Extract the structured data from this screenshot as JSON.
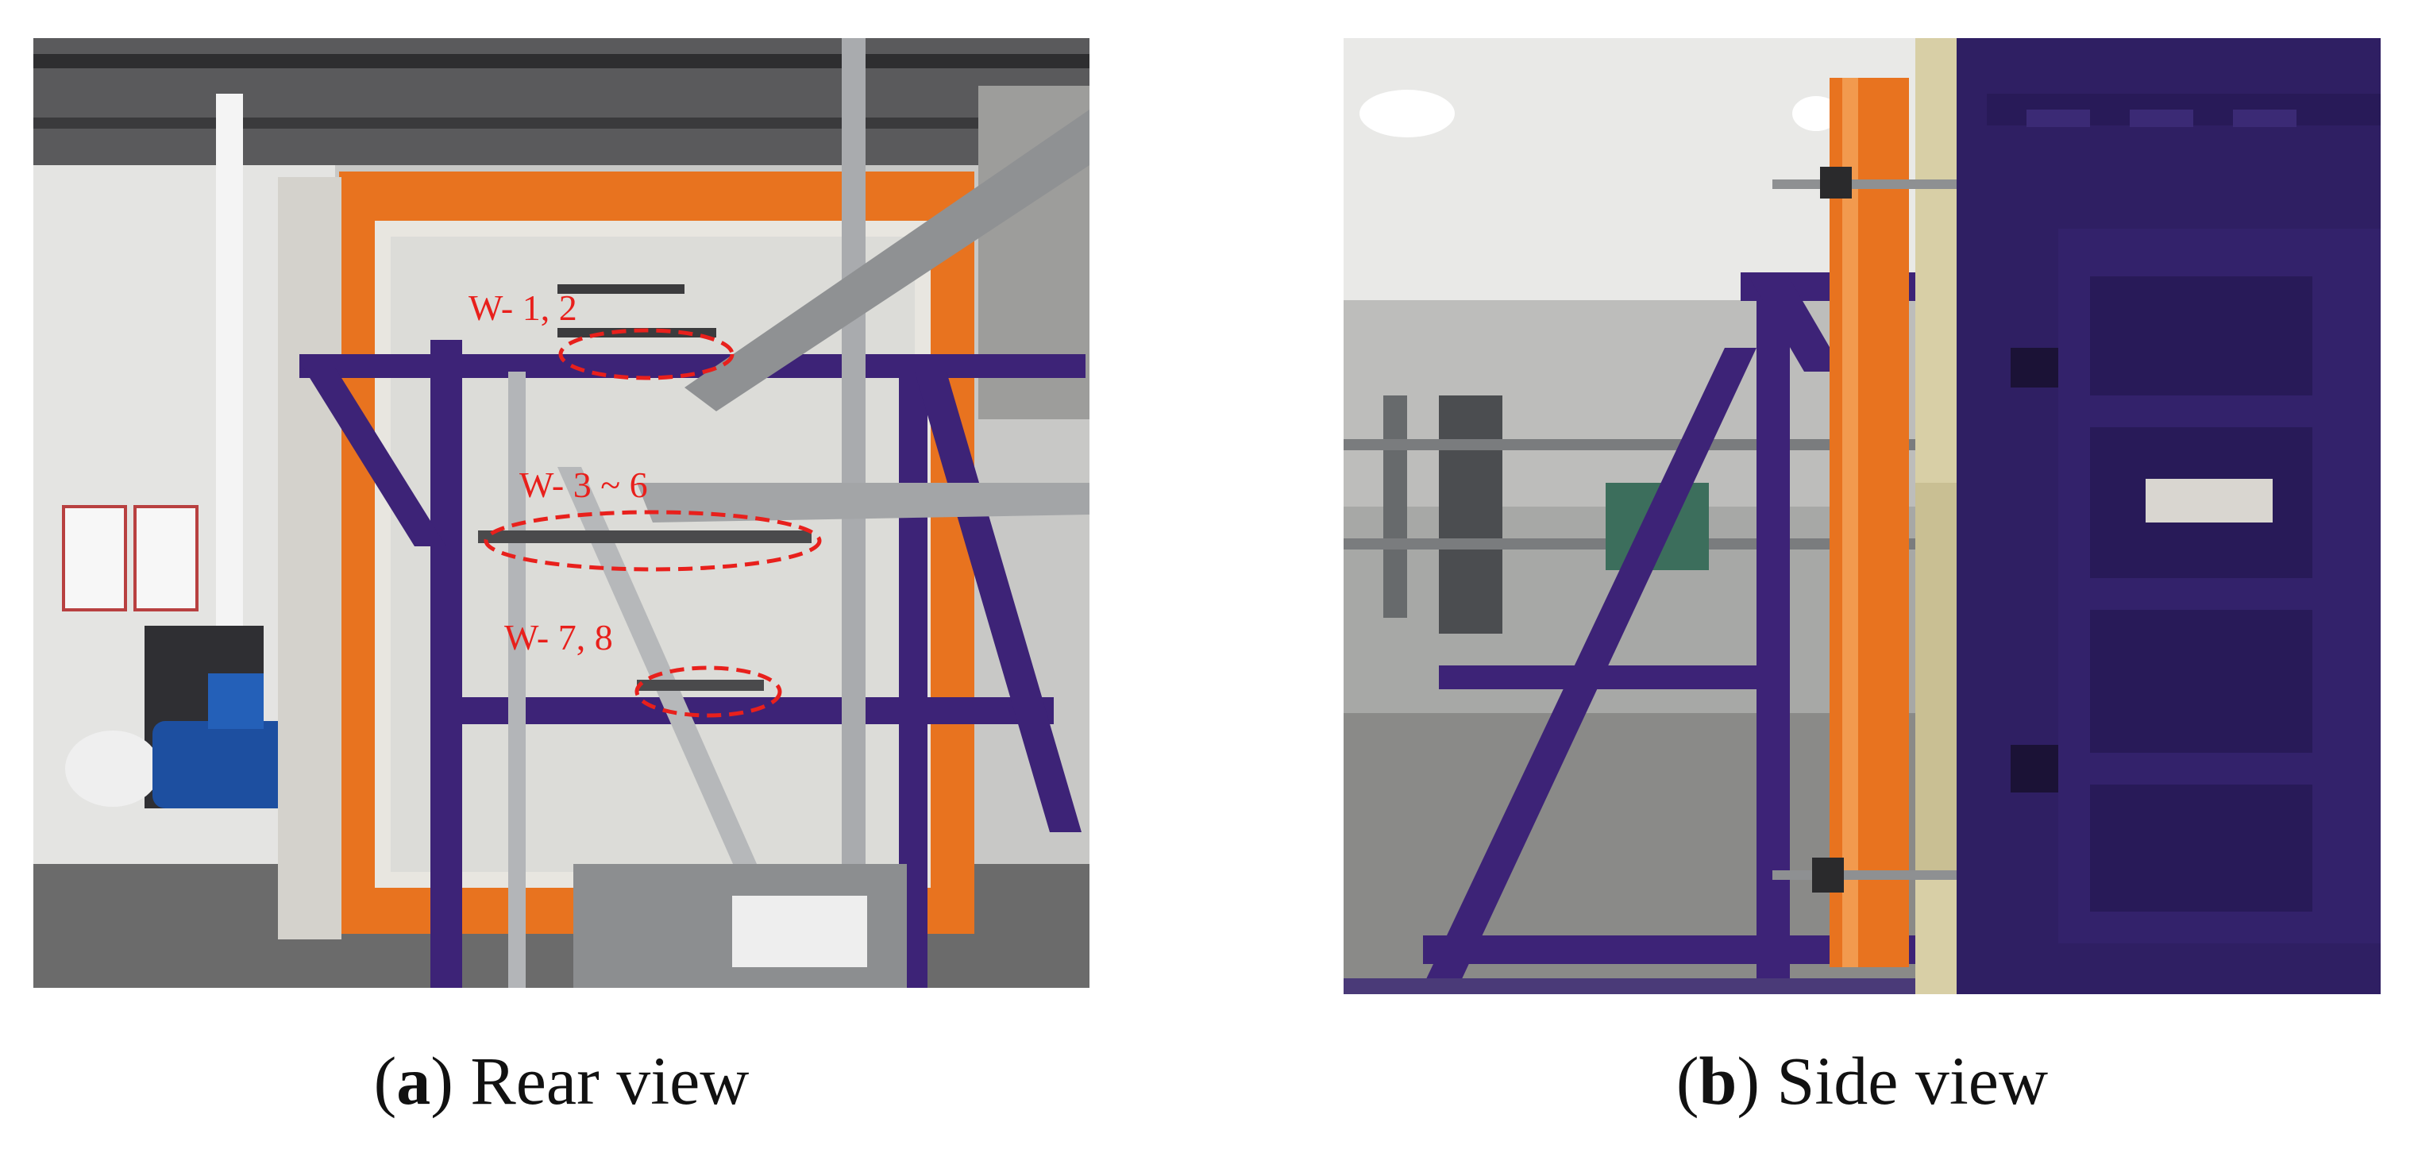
{
  "panels": [
    {
      "letter": "a",
      "caption": "Rear view",
      "annotations": [
        "W- 1, 2",
        "W- 3 ~ 6",
        "W- 7, 8"
      ]
    },
    {
      "letter": "b",
      "caption": "Side view"
    }
  ],
  "colors": {
    "frame_orange": "#e8731f",
    "steel_purple": "#3d2377",
    "furnace_purple": "#2f1f63",
    "annotation_red": "#e8201c",
    "insulation_beige": "#d8cfa6"
  }
}
